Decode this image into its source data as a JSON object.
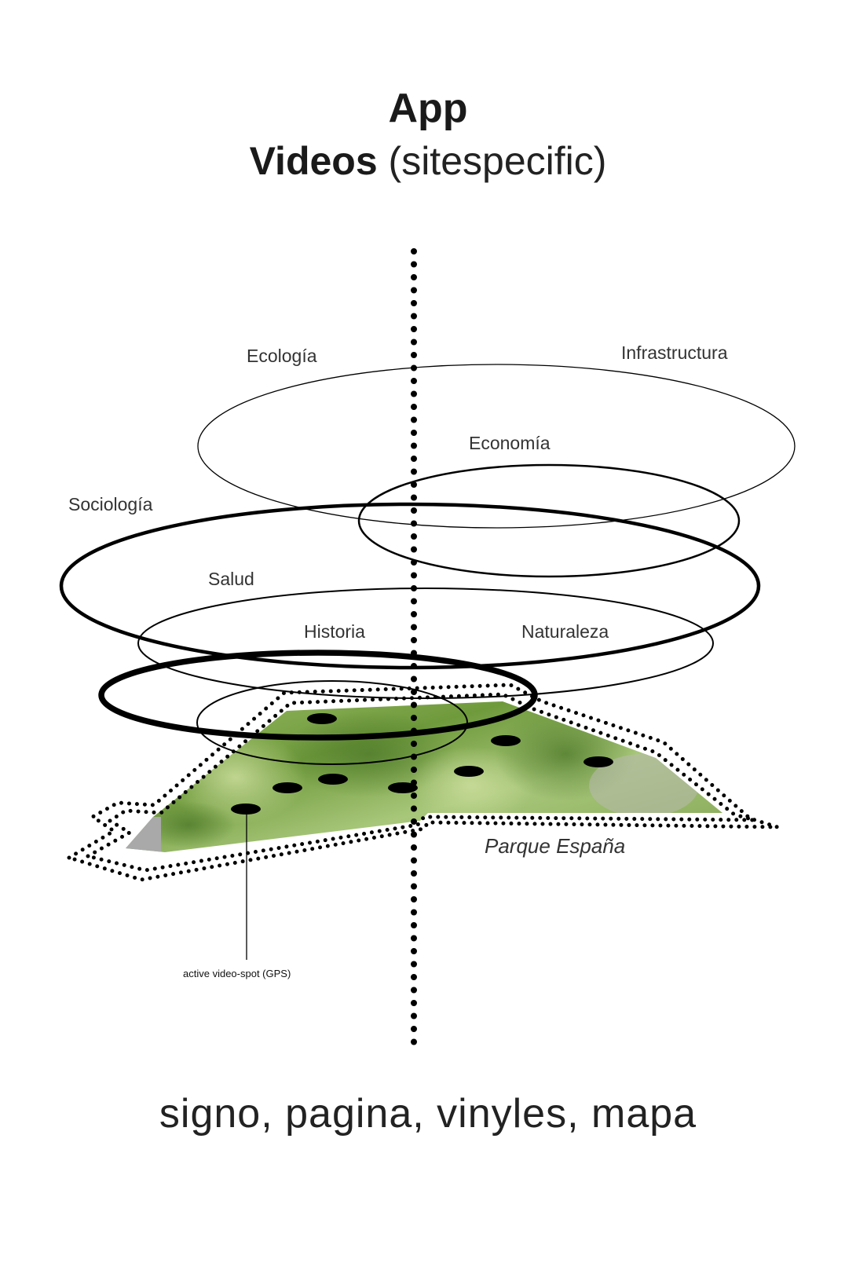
{
  "title": {
    "line1": "App",
    "line2_bold": "Videos",
    "line2_light": " (sitespecific)"
  },
  "layers": {
    "ecologia": "Ecología",
    "infraestructura": "Infrastructura",
    "economia": "Economía",
    "sociologia": "Sociología",
    "salud": "Salud",
    "historia": "Historia",
    "naturaleza": "Naturaleza"
  },
  "place": "Parque España",
  "annotation": "active video-spot (GPS)",
  "footer": "signo, pagina, vinyles, mapa"
}
